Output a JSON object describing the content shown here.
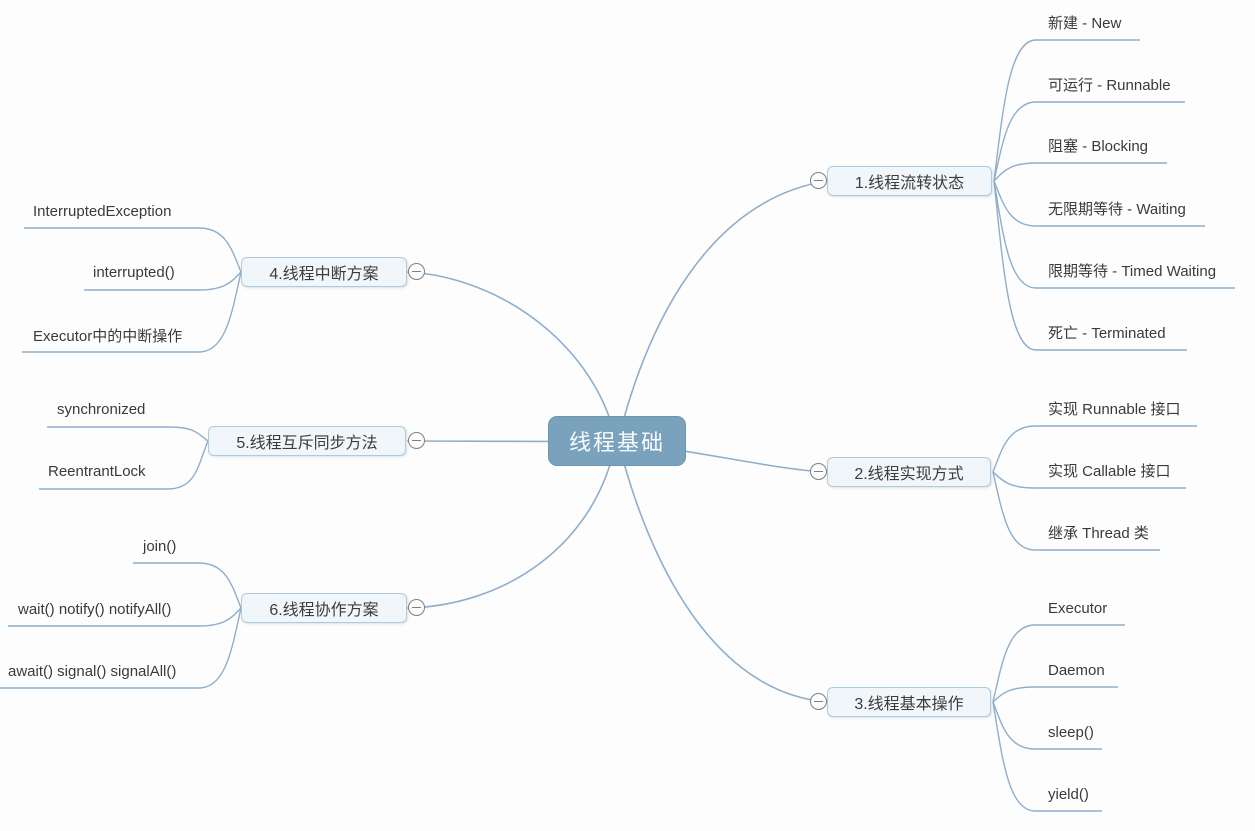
{
  "central": {
    "label": "线程基础"
  },
  "branches": [
    {
      "label": "1.线程流转状态",
      "side": "right",
      "children": [
        {
          "label": "新建 - New"
        },
        {
          "label": "可运行 - Runnable"
        },
        {
          "label": "阻塞 - Blocking"
        },
        {
          "label": "无限期等待 - Waiting"
        },
        {
          "label": "限期等待 - Timed Waiting"
        },
        {
          "label": "死亡 - Terminated"
        }
      ]
    },
    {
      "label": "2.线程实现方式",
      "side": "right",
      "children": [
        {
          "label": "实现 Runnable 接口"
        },
        {
          "label": "实现 Callable 接口"
        },
        {
          "label": "继承 Thread 类"
        }
      ]
    },
    {
      "label": "3.线程基本操作",
      "side": "right",
      "children": [
        {
          "label": "Executor"
        },
        {
          "label": "Daemon"
        },
        {
          "label": "sleep()"
        },
        {
          "label": "yield()"
        }
      ]
    },
    {
      "label": "4.线程中断方案",
      "side": "left",
      "children": [
        {
          "label": "InterruptedException"
        },
        {
          "label": "interrupted()"
        },
        {
          "label": "Executor中的中断操作"
        }
      ]
    },
    {
      "label": "5.线程互斥同步方法",
      "side": "left",
      "children": [
        {
          "label": "synchronized"
        },
        {
          "label": "ReentrantLock"
        }
      ]
    },
    {
      "label": "6.线程协作方案",
      "side": "left",
      "children": [
        {
          "label": "join()"
        },
        {
          "label": "wait() notify() notifyAll()"
        },
        {
          "label": "await() signal() signalAll()"
        }
      ]
    }
  ],
  "icons": {
    "collapse": "minus-circle-icon"
  },
  "colors": {
    "background": "#FDFDFD",
    "connector": "#8FAECB",
    "central_fill": "#7BA2BC",
    "central_text": "#F7FBFD",
    "topic_fill": "#F1F6FA",
    "topic_border": "#AECADD",
    "topic_text": "#3C3C3C",
    "leaf_text": "#3A3A3A",
    "collapse_icon": "#7F7F7F"
  }
}
